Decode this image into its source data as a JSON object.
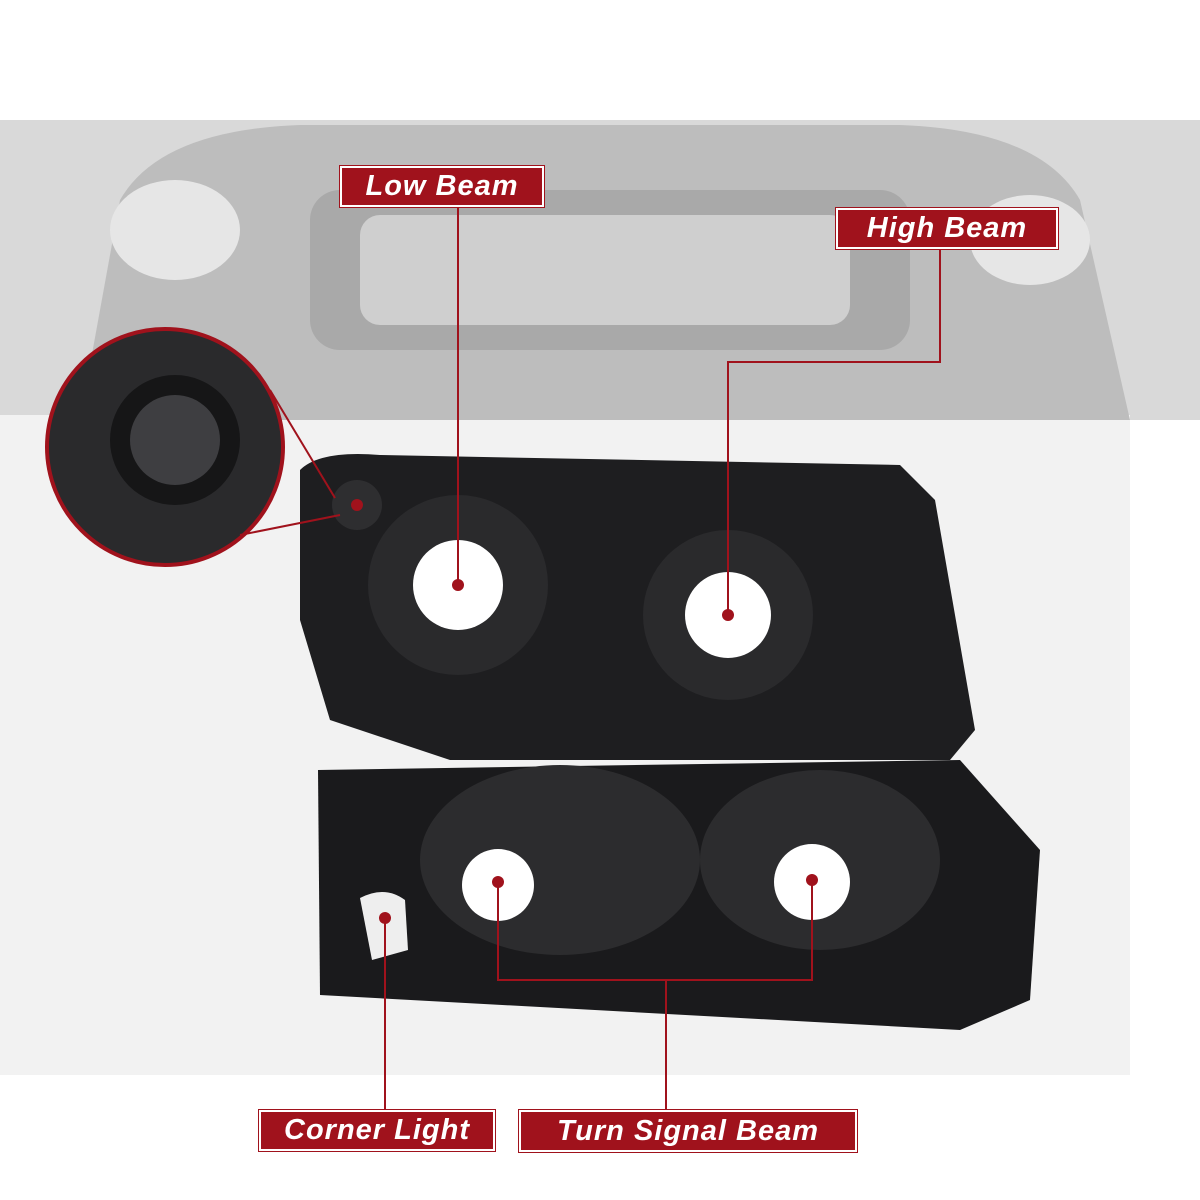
{
  "labels": {
    "low_beam": "Low Beam",
    "high_beam": "High Beam",
    "corner_light": "Corner Light",
    "turn_signal_beam": "Turn Signal Beam"
  },
  "colors": {
    "accent": "#a0121c",
    "housing": "#1c1c1e",
    "background_photo": "#d4d4d4"
  }
}
